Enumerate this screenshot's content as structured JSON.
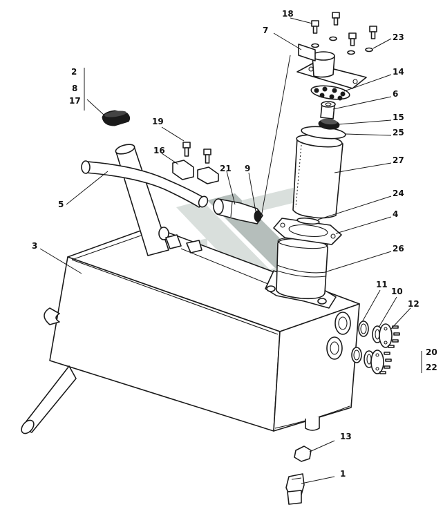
{
  "palette": {
    "line": "#1a1a1a",
    "watermark_light": "#d5dcd9",
    "watermark_dark": "#aeb7b4",
    "background": "#ffffff"
  },
  "callouts": {
    "p1": "1",
    "p2": "2",
    "p3": "3",
    "p4": "4",
    "p5": "5",
    "p6": "6",
    "p7": "7",
    "p8": "8",
    "p9": "9",
    "p10": "10",
    "p11": "11",
    "p12": "12",
    "p13": "13",
    "p14": "14",
    "p15": "15",
    "p16": "16",
    "p17": "17",
    "p18": "18",
    "p19": "19",
    "p20": "20",
    "p21": "21",
    "p22": "22",
    "p23": "23",
    "p24": "24",
    "p25": "25",
    "p26": "26",
    "p27": "27"
  }
}
